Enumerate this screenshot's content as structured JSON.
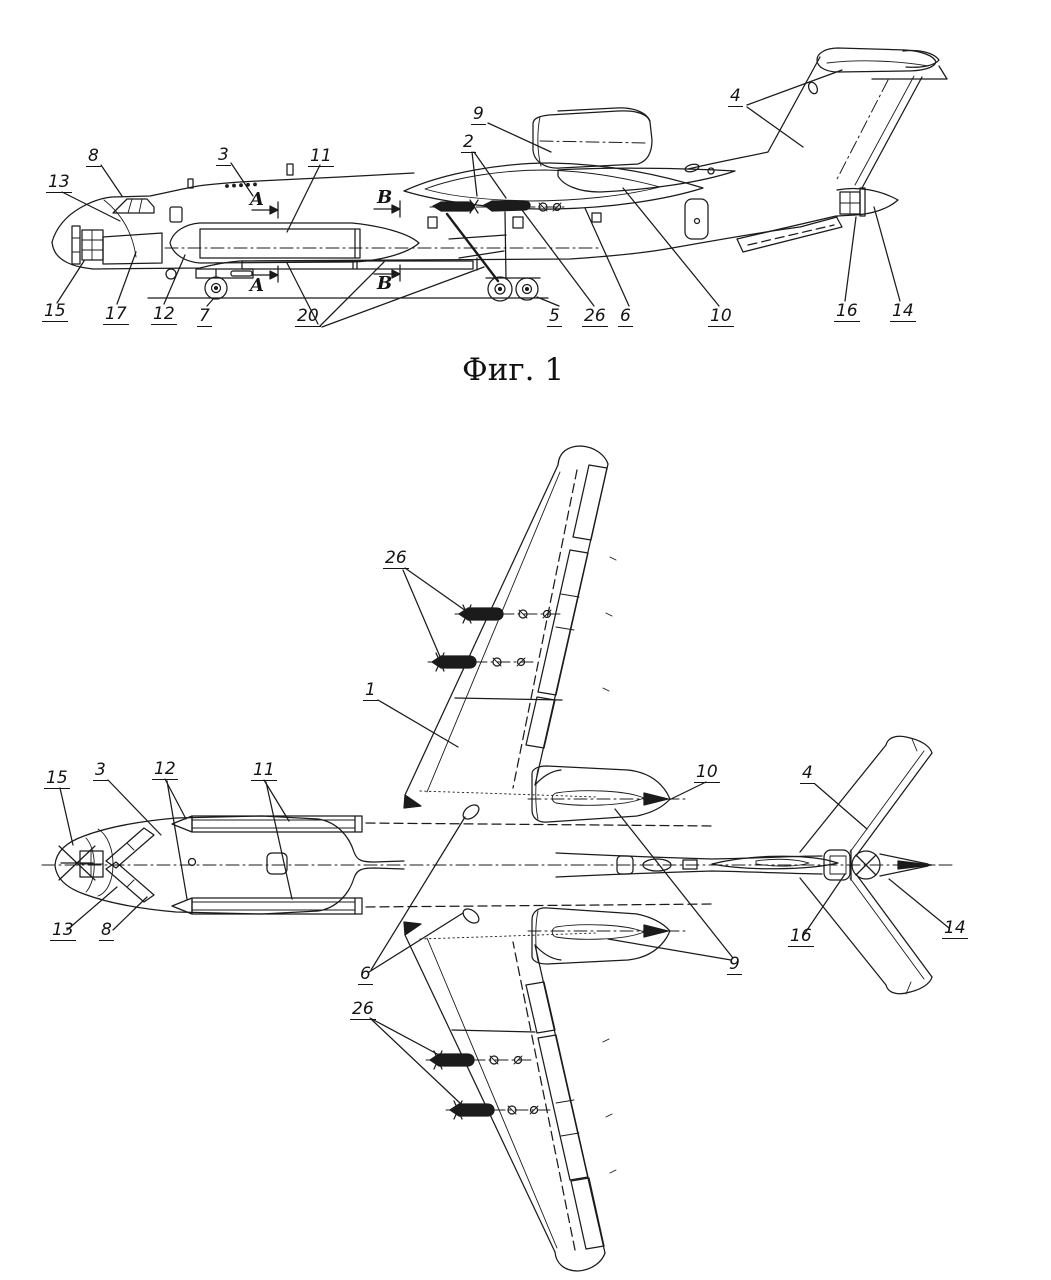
{
  "document": {
    "type": "patent-figure-sheet",
    "ink_color": "#1b1b1b",
    "paper_color": "#ffffff"
  },
  "figure1": {
    "caption": "Фиг. 1",
    "view": "side view of aircraft",
    "callouts": [
      {
        "label": "13"
      },
      {
        "label": "8"
      },
      {
        "label": "3"
      },
      {
        "label": "11"
      },
      {
        "label": "9"
      },
      {
        "label": "2"
      },
      {
        "label": "4"
      },
      {
        "label": "15"
      },
      {
        "label": "17"
      },
      {
        "label": "12"
      },
      {
        "label": "7"
      },
      {
        "label": "20"
      },
      {
        "label": "5"
      },
      {
        "label": "26"
      },
      {
        "label": "6"
      },
      {
        "label": "10"
      },
      {
        "label": "16"
      },
      {
        "label": "14"
      }
    ],
    "section_marks": [
      {
        "label": "A"
      },
      {
        "label": "A"
      },
      {
        "label": "B"
      },
      {
        "label": "B"
      }
    ]
  },
  "figure2": {
    "view": "top plan view of aircraft",
    "callouts": [
      {
        "label": "26"
      },
      {
        "label": "1"
      },
      {
        "label": "15"
      },
      {
        "label": "3"
      },
      {
        "label": "12"
      },
      {
        "label": "11"
      },
      {
        "label": "13"
      },
      {
        "label": "8"
      },
      {
        "label": "6"
      },
      {
        "label": "26"
      },
      {
        "label": "10"
      },
      {
        "label": "4"
      },
      {
        "label": "16"
      },
      {
        "label": "14"
      },
      {
        "label": "9"
      }
    ]
  }
}
